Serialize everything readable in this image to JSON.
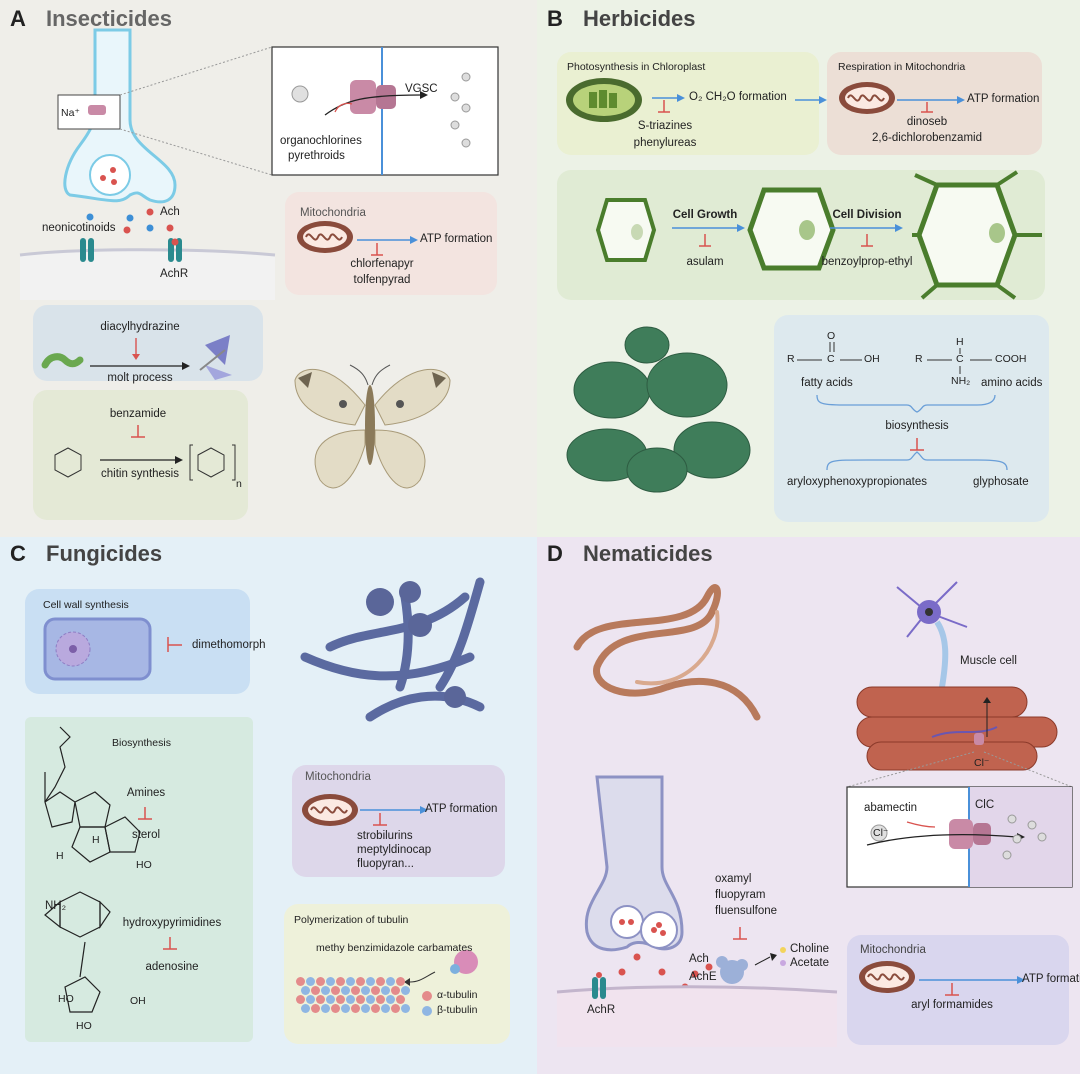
{
  "panels": {
    "A": {
      "letter": "A",
      "title": "Insecticides",
      "na_label": "Na⁺",
      "vgsc_label": "VGSC",
      "organochlorines": "organochlorines",
      "pyrethroids": "pyrethroids",
      "neonicotinoids": "neonicotinoids",
      "ach": "Ach",
      "achr": "AchR",
      "mito_title": "Mitochondria",
      "atp": "ATP formation",
      "chlorfenapyr": "chlorfenapyr",
      "tolfenpyrad": "tolfenpyrad",
      "diacylhydrazine": "diacylhydrazine",
      "molt": "molt process",
      "benzamide": "benzamide",
      "chitin": "chitin synthesis",
      "n_sub": "n"
    },
    "B": {
      "letter": "B",
      "title": "Herbicides",
      "photo_title": "Photosynthesis in Chloroplast",
      "o2": "O₂ CH₂O formation",
      "striazines": "S-triazines",
      "phenylureas": "phenylureas",
      "resp_title": "Respiration in Mitochondria",
      "atp": "ATP formation",
      "dinoseb": "dinoseb",
      "dichloro": "2,6-dichlorobenzamid",
      "cell_growth": "Cell Growth",
      "cell_division": "Cell Division",
      "asulam": "asulam",
      "benzoylprop": "benzoylprop-ethyl",
      "fatty": "fatty acids",
      "amino": "amino acids",
      "biosynthesis": "biosynthesis",
      "aryloxy": "aryloxyphenoxypropionates",
      "glyphosate": "glyphosate",
      "chem_R1": "R",
      "chem_C1": "C",
      "chem_OH": "OH",
      "chem_O": "O",
      "chem_R2": "R",
      "chem_C2": "C",
      "chem_COOH": "COOH",
      "chem_H": "H",
      "chem_NH2": "NH₂"
    },
    "C": {
      "letter": "C",
      "title": "Fungicides",
      "cellwall": "Cell wall synthesis",
      "dimethomorph": "dimethomorph",
      "biosynthesis": "Biosynthesis",
      "amines": "Amines",
      "sterol": "sterol",
      "hydroxy": "hydroxypyrimidines",
      "adenosine": "adenosine",
      "mito_title": "Mitochondria",
      "atp": "ATP formation",
      "strobilurins": "strobilurins",
      "meptyl": "meptyldinocap",
      "fluopyran": "fluopyran...",
      "tubulin_title": "Polymerization of tubulin",
      "methy": "methy benzimidazole carbamates",
      "alpha": "α-tubulin",
      "beta": "β-tubulin",
      "nh2": "NH₂",
      "h1": "H",
      "h2": "H",
      "oh_sterol": "HO",
      "ho1": "HO",
      "ho2": "HO",
      "oh2": "OH"
    },
    "D": {
      "letter": "D",
      "title": "Nematicides",
      "muscle": "Muscle cell",
      "cl": "Cl⁻",
      "abamectin": "abamectin",
      "clc": "ClC",
      "oxamyl": "oxamyl",
      "fluopyram": "fluopyram",
      "fluensulfone": "fluensulfone",
      "choline": "Choline",
      "acetate": "Acetate",
      "ach": "Ach",
      "ache": "AchE",
      "achr": "AchR",
      "mito_title": "Mitochondria",
      "atp": "ATP formation",
      "aryl": "aryl formamides"
    }
  },
  "colors": {
    "inhibit": "#d9534f",
    "arrow": "#4a90d9",
    "mito": "#8a4b3c"
  }
}
